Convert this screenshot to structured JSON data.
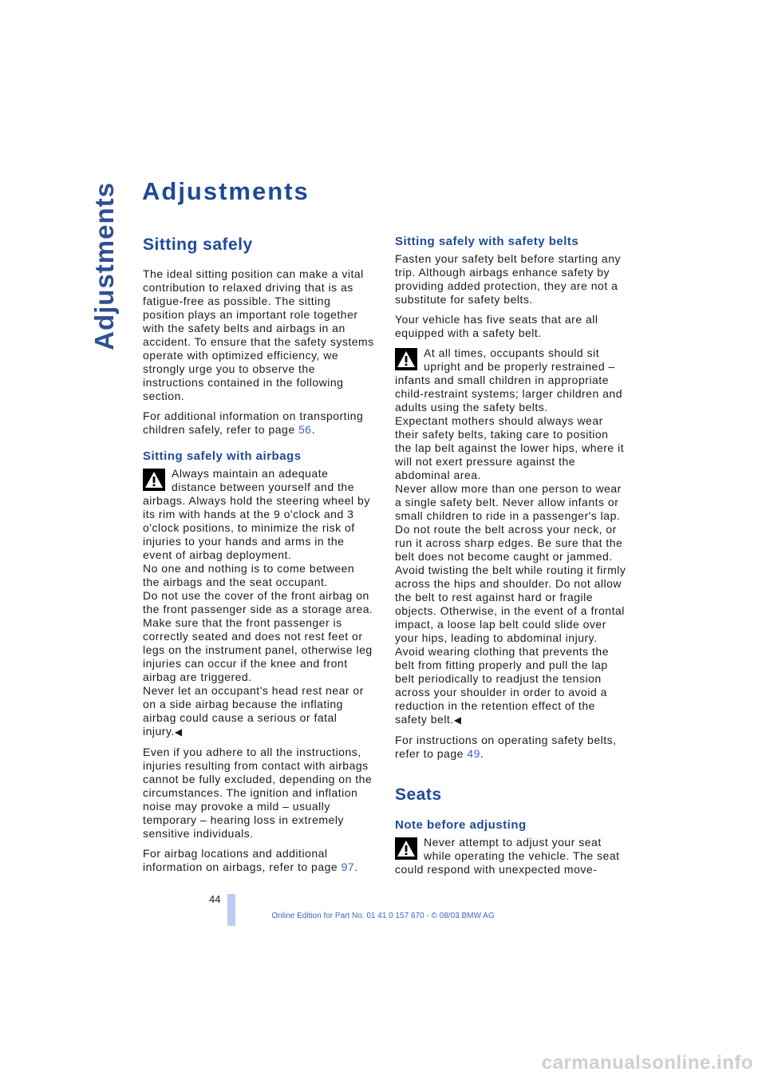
{
  "side_tab": "Adjustments",
  "page_title": "Adjustments",
  "left": {
    "heading": "Sitting safely",
    "intro": "The ideal sitting position can make a vital contribution to relaxed driving that is as fatigue-free as possible. The sitting position plays an important role together with the safety belts and airbags in an accident. To ensure that the safety systems operate with optimized efficiency, we strongly urge you to observe the instructions contained in the following section.",
    "transport_text": "For additional information on transporting children safely, refer to page",
    "transport_page": "56",
    "airbags_heading": "Sitting safely with airbags",
    "warning_lines": [
      "Always maintain an adequate distance between yourself and the airbags. Always hold the steering wheel by its rim with hands at the 9 o'clock and 3 o'clock positions, to minimize the risk of injuries to your hands and arms in the event of airbag deployment.",
      "No one and nothing is to come between the airbags and the seat occupant.",
      "Do not use the cover of the front airbag on the front passenger side as a storage area. Make sure that the front passenger is correctly seated and does not rest feet or legs on the instrument panel, otherwise leg injuries can occur if the knee and front airbag are triggered.",
      "Never let an occupant's head rest near or on a side airbag because the inflating airbag could cause a serious or fatal injury."
    ],
    "even_if": "Even if you adhere to all the instructions, injuries resulting from contact with airbags cannot be fully excluded, depending on the circumstances. The ignition and inflation noise may provoke a mild – usually temporary – hearing loss in extremely sensitive individuals.",
    "locations_text": "For airbag locations and additional information on airbags, refer to page",
    "locations_page": "97"
  },
  "right": {
    "belts_heading": "Sitting safely with safety belts",
    "belts_intro": "Fasten your safety belt before starting any trip. Although airbags enhance safety by providing added protection, they are not a substitute for safety belts.",
    "five_seats": "Your vehicle has five seats that are all equipped with a safety belt.",
    "warning_lines": [
      "At all times, occupants should sit upright and be properly restrained – infants and small children in appropriate child-restraint systems; larger children and adults using the safety belts.",
      "Expectant mothers should always wear their safety belts, taking care to position the lap belt against the lower hips, where it will not exert pressure against the abdominal area.",
      "Never allow more than one person to wear a single safety belt. Never allow infants or small children to ride in a passenger's lap. Do not route the belt across your neck, or run it across sharp edges. Be sure that the belt does not become caught or jammed. Avoid twisting the belt while routing it firmly across the hips and shoulder. Do not allow the belt to rest against hard or fragile objects. Otherwise, in the event of a frontal impact, a loose lap belt could slide over your hips, leading to abdominal injury. Avoid wearing clothing that prevents the belt from fitting properly and pull the lap belt periodically to readjust the tension across your shoulder in order to avoid a reduction in the retention effect of the safety belt."
    ],
    "instructions_text": "For instructions on operating safety belts, refer to page",
    "instructions_page": "49",
    "seats_heading": "Seats",
    "note_heading": "Note before adjusting",
    "note_warning": "Never attempt to adjust your seat while operating the vehicle. The seat could respond with unexpected move-"
  },
  "end_mark": "◀",
  "page_number": "44",
  "footer": "Online Edition for Part No. 01 41 0 157 670 - © 08/03 BMW AG",
  "watermark": "carmanualsonline.info",
  "icon": "warning-triangle-icon"
}
